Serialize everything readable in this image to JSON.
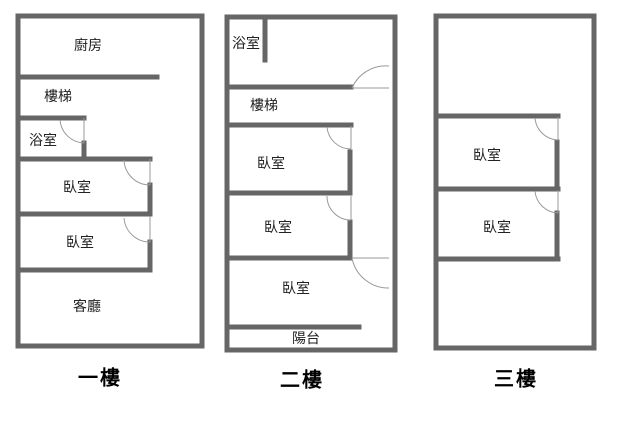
{
  "colors": {
    "wall": "#666666",
    "door": "#999999"
  },
  "floors": [
    {
      "title": "一樓",
      "rooms": [
        "廚房",
        "樓梯",
        "浴室",
        "臥室",
        "臥室",
        "客廳"
      ]
    },
    {
      "title": "二樓",
      "rooms": [
        "浴室",
        "樓梯",
        "臥室",
        "臥室",
        "臥室",
        "陽台"
      ]
    },
    {
      "title": "三樓",
      "rooms": [
        "臥室",
        "臥室"
      ]
    }
  ]
}
